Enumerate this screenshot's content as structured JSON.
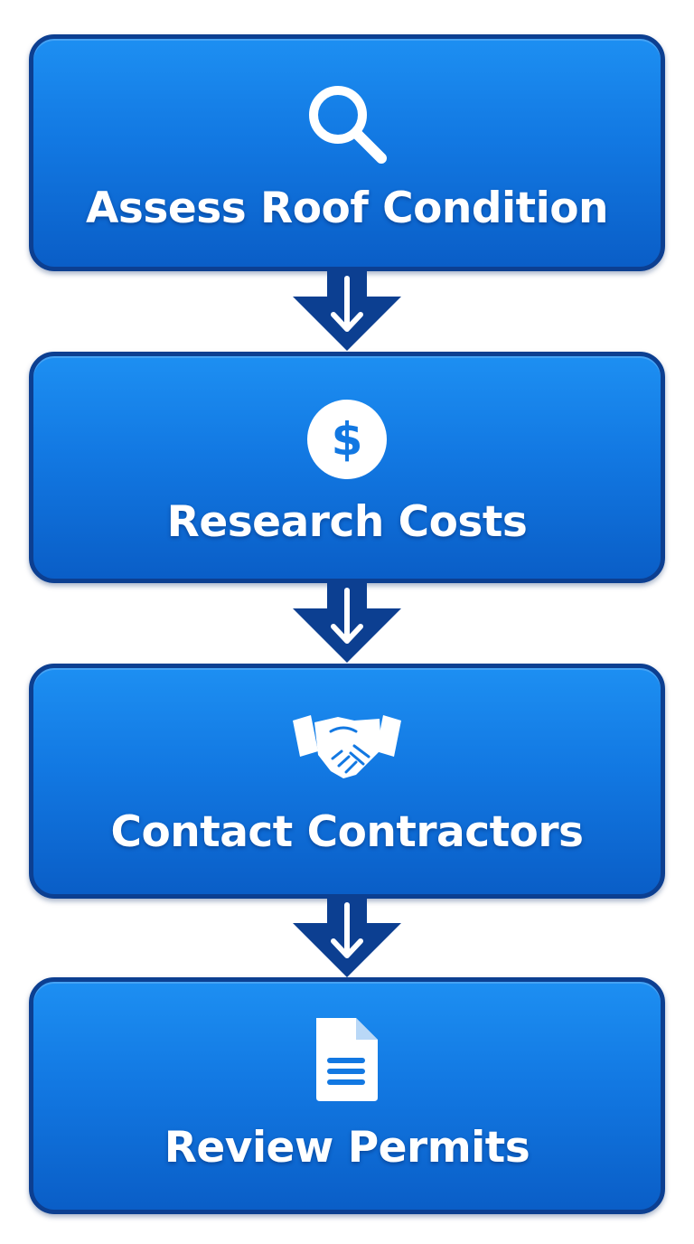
{
  "steps": [
    {
      "label": "Assess Roof Condition",
      "icon": "magnifying-glass-icon"
    },
    {
      "label": "Research Costs",
      "icon": "dollar-coin-icon"
    },
    {
      "label": "Contact Contractors",
      "icon": "handshake-icon"
    },
    {
      "label": "Review Permits",
      "icon": "document-icon"
    }
  ],
  "colors": {
    "box_fill_top": "#1d8ff2",
    "box_fill_bottom": "#0a5ec7",
    "box_border": "#0c3f91",
    "connector": "#0c3f91",
    "text": "#ffffff"
  }
}
